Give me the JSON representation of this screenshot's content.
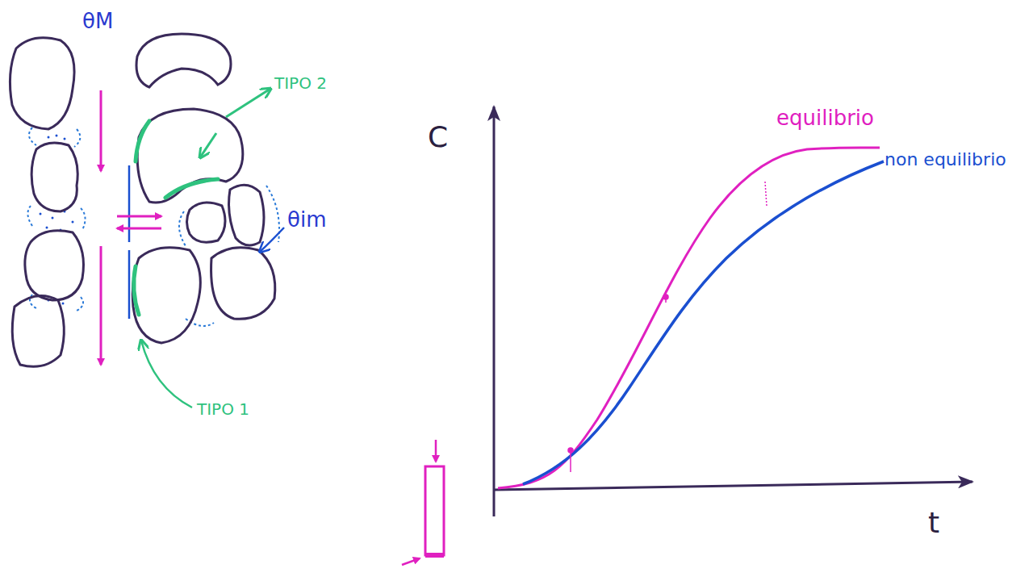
{
  "diagram": {
    "labels": [
      "θM",
      "TIPO 2",
      "θim",
      "TIPO 1",
      "C",
      "t",
      "equilibrio",
      "non equilibrio"
    ]
  }
}
